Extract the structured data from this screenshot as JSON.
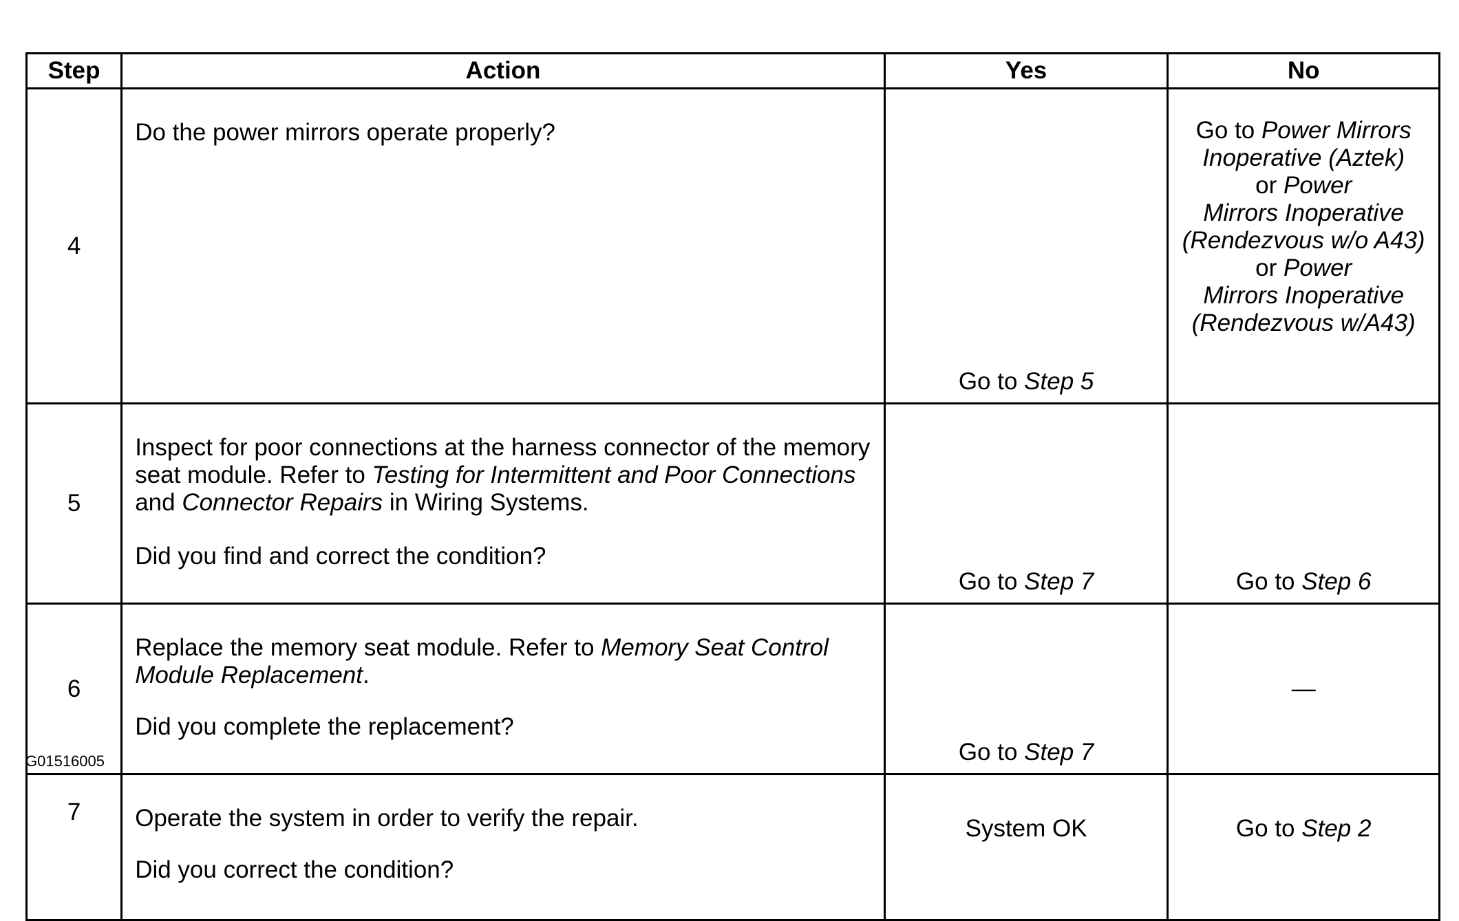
{
  "table": {
    "headers": {
      "step": "Step",
      "action": "Action",
      "yes": "Yes",
      "no": "No"
    },
    "rows": [
      {
        "step": "4",
        "action_lines": [
          "Do the power mirrors operate properly?"
        ],
        "yes": {
          "prefix": "Go to ",
          "ref": "Step 5"
        },
        "no_lines": [
          {
            "plain": "Go to ",
            "ref": "Power Mirrors"
          },
          {
            "plain": "",
            "ref": "Inoperative (Aztek)"
          },
          {
            "plain": "or ",
            "ref": "Power"
          },
          {
            "plain": "",
            "ref": "Mirrors Inoperative"
          },
          {
            "plain": "",
            "ref": "(Rendezvous w/o A43)"
          },
          {
            "plain": "or ",
            "ref": "Power"
          },
          {
            "plain": "",
            "ref": "Mirrors Inoperative"
          },
          {
            "plain": "",
            "ref": "(Rendezvous w/A43)"
          }
        ]
      },
      {
        "step": "5",
        "action_p1_a": "Inspect for poor connections at the harness connector of the memory seat module. Refer to ",
        "action_p1_ref1": "Testing for Intermittent and Poor Connections",
        "action_p1_b": " and ",
        "action_p1_ref2": "Connector Repairs",
        "action_p1_c": " in Wiring Systems.",
        "action_q": "Did you find and correct the condition?",
        "yes": {
          "prefix": "Go to ",
          "ref": "Step 7"
        },
        "no": {
          "prefix": "Go to ",
          "ref": "Step 6"
        }
      },
      {
        "step": "6",
        "action_p1_a": "Replace the memory seat module. Refer to ",
        "action_p1_ref": "Memory Seat Control Module Replacement",
        "action_p1_c": ".",
        "action_q": "Did you complete the replacement?",
        "yes": {
          "prefix": "Go to ",
          "ref": "Step 7"
        },
        "no": "—"
      },
      {
        "step": "7",
        "action_p1": "Operate the system in order to verify the repair.",
        "action_q": "Did you correct the condition?",
        "yes": "System OK",
        "no": {
          "prefix": "Go to ",
          "ref": "Step 2"
        }
      }
    ]
  },
  "figure_id": "G01516005"
}
